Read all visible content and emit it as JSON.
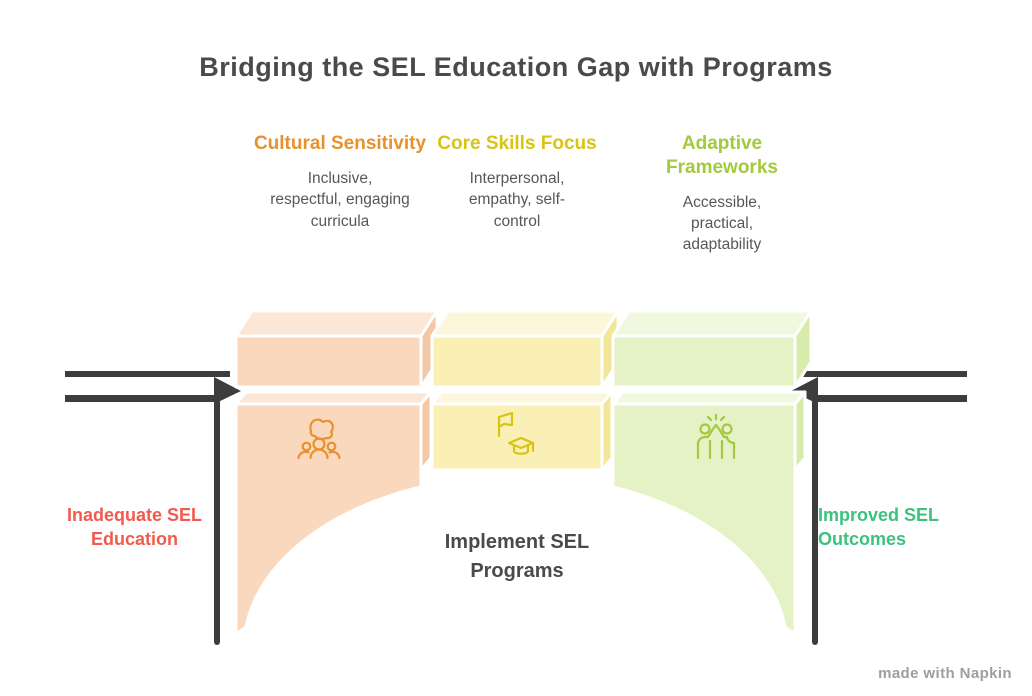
{
  "title": "Bridging the SEL Education Gap with Programs",
  "columns": [
    {
      "heading": "Cultural Sensitivity",
      "body": "Inclusive, respectful, engaging curricula",
      "icon": "hand-over-group-icon",
      "heading_color": "#e8912d"
    },
    {
      "heading": "Core Skills Focus",
      "body": "Interpersonal, empathy, self-control",
      "icon": "flag-graduation-cap-icon",
      "heading_color": "#d9c414"
    },
    {
      "heading": "Adaptive Frameworks",
      "body": "Accessible, practical, adaptability",
      "icon": "high-five-icon",
      "heading_color": "#a3c93e"
    }
  ],
  "bridge": {
    "left_label": "Inadequate SEL Education",
    "center_label": "Implement SEL Programs",
    "right_label": "Improved SEL Outcomes",
    "left_label_color": "#f15b4e",
    "center_label_color": "#4a4a4a",
    "right_label_color": "#3ec17e"
  },
  "watermark": {
    "label": "made with Napkin"
  },
  "colors": {
    "text_dark": "#4a4a4a",
    "body_gray": "#575757",
    "orange": "#e8912d",
    "yellow": "#d9c414",
    "green": "#a3c93e",
    "red_label": "#f15b4e",
    "green_label": "#3ec17e",
    "peach_front": "#fad8be",
    "peach_top": "#fce7d7",
    "peach_side": "#f3c8a6",
    "yellow_front": "#faf0b6",
    "yellow_top": "#fcf7da",
    "yellow_side": "#f2e698",
    "green_front": "#e5f2c5",
    "green_top": "#f0f8de",
    "green_side": "#d7ecab",
    "line_dark": "#3d3d3d",
    "watermark_gray": "#9e9e9e"
  }
}
